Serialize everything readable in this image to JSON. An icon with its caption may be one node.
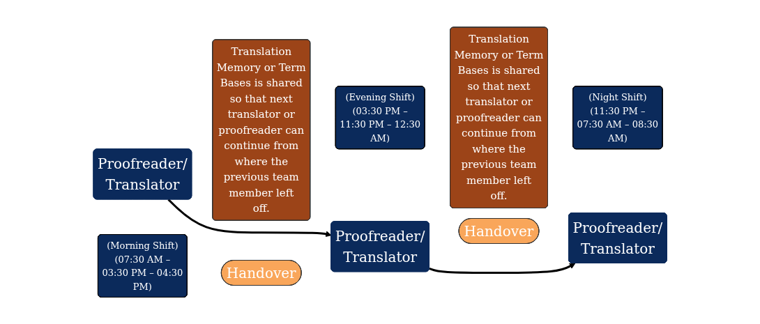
{
  "diagram": {
    "nodes": [
      {
        "text": [
          "(Morning Shift)",
          "(07:30 AM – 03:30 PM – 04:30 PM)"
        ]
      },
      {
        "text": [
          "(Evening Shift)",
          "(03:30 PM – 11:30 PM – 12:30 AM)"
        ]
      },
      {
        "text": [
          "(Night Shift)",
          "(11:30 PM – 07:30 AM – 08:30 AM)"
        ]
      },
      {
        "text": [
          "Handover"
        ]
      },
      {
        "text": [
          "Handover"
        ]
      },
      {
        "text": [
          "Proofreader/ Translator"
        ]
      },
      {
        "text": [
          "Proofreader/ Translator"
        ]
      },
      {
        "text": [
          "Proofreader/ Translator"
        ]
      },
      {
        "text": [
          "Translation Memory or Term Bases is shared so that next translator or proofreader can continue from where the previous team member left off."
        ]
      },
      {
        "text": [
          "Translation Memory or Term Bases is shared so that next translator or proofreader can continue from where the previous team member left off."
        ]
      }
    ],
    "edges": [
      {
        "from": 5,
        "to": 6,
        "arrow": "to"
      },
      {
        "from": 6,
        "to": 7,
        "arrow": "to"
      }
    ]
  }
}
